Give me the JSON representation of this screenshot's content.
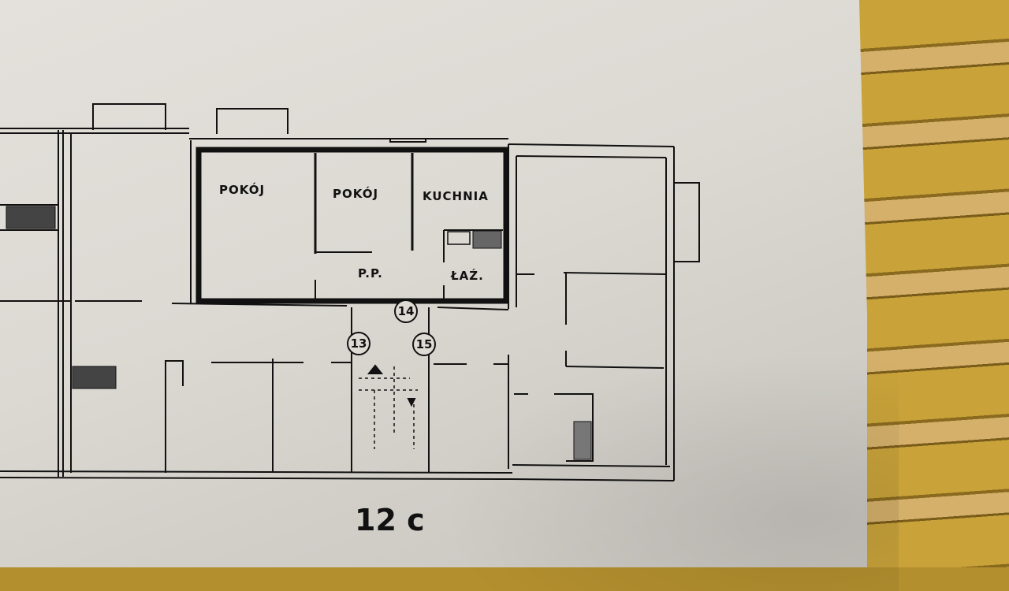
{
  "document": {
    "type": "floor plan",
    "caption": "12 c"
  },
  "rooms": [
    {
      "id": "pokoj-1",
      "label": "POKÓJ"
    },
    {
      "id": "pokoj-2",
      "label": "POKÓJ"
    },
    {
      "id": "kuchnia",
      "label": "KUCHNIA"
    },
    {
      "id": "przedpokoj",
      "label": "P.P."
    },
    {
      "id": "lazienka",
      "label": "ŁAŹ."
    }
  ],
  "unit_numbers": [
    "13",
    "14",
    "15"
  ],
  "highlighted_unit": "14",
  "colors": {
    "paper": "#dedbd5",
    "ink": "#111111",
    "background_fabric": "#c9a33a"
  }
}
